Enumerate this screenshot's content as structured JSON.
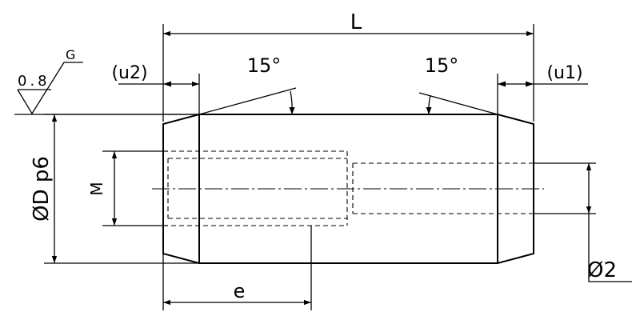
{
  "drawing": {
    "dimension_L": "L",
    "dimension_u1": "(u1)",
    "dimension_u2": "(u2)",
    "chamfer_angle_left": "15°",
    "chamfer_angle_right": "15°",
    "roughness_value": "0.8",
    "roughness_grade": "G",
    "diameter_label": "ØD p6",
    "thread_label": "M",
    "thread_depth_label": "e",
    "hole_diameter_label": "Ø2"
  }
}
